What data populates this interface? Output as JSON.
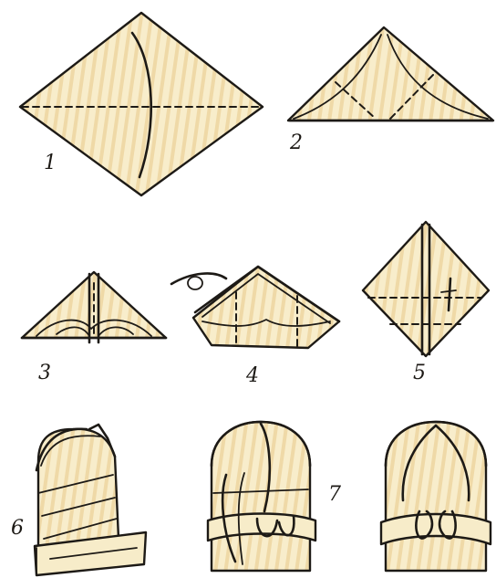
{
  "colors": {
    "paper": "#f8edcb",
    "stripe": "#efd9a7",
    "ink": "#1d1a16",
    "background": "#ffffff"
  },
  "steps": [
    {
      "label": "1"
    },
    {
      "label": "2"
    },
    {
      "label": "3"
    },
    {
      "label": "4"
    },
    {
      "label": "5"
    },
    {
      "label": "6"
    },
    {
      "label": "7"
    }
  ]
}
